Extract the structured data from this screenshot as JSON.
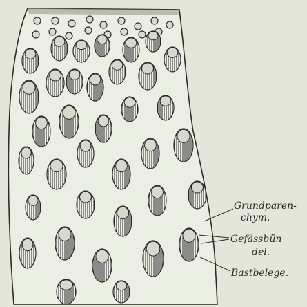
{
  "figure": {
    "labels": {
      "grundparenchym_line1": "Grundparen-",
      "grundparenchym_line2": "chym.",
      "gefaessbuendel_line1": "Gefässbün",
      "gefaessbuendel_line2": "del.",
      "bastbelege": "Bastbelege."
    },
    "colors": {
      "background": "#e3e6d9",
      "tissue": "#ebeee3",
      "ink": "#2b2b2b"
    }
  }
}
